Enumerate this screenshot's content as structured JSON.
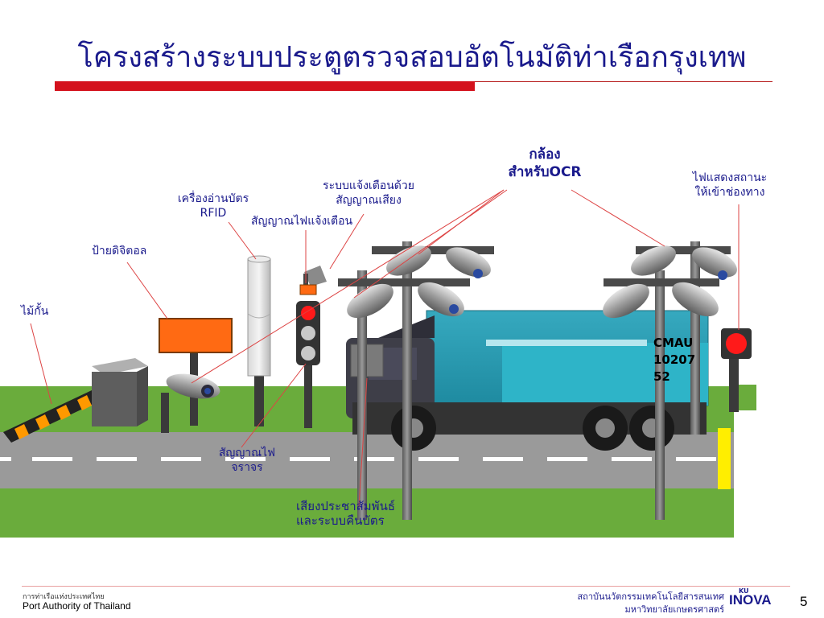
{
  "slide": {
    "title": "โครงสร้างระบบประตูตรวจสอบอัตโนมัติท่าเรือกรุงเทพ",
    "page_number": "5"
  },
  "labels": {
    "camera_ocr_1": "กล้อง",
    "camera_ocr_2": "สำหรับOCR",
    "audio_alert_1": "ระบบแจ้งเตือนด้วย",
    "audio_alert_2": "สัญญาณเสียง",
    "light_alert": "สัญญาณไฟแจ้งเตือน",
    "rfid_reader_1": "เครื่องอ่านบัตร",
    "rfid_reader_2": "RFID",
    "digital_sign": "ป้ายดิจิตอล",
    "barrier": "ไม้กั้น",
    "lane_status_1": "ไฟแสดงสถานะ",
    "lane_status_2": "ให้เข้าช่องทาง",
    "traffic_light_1": "สัญญาณไฟ",
    "traffic_light_2": "จราจร",
    "intercom_1": "เสียงประชาสัมพันธ์",
    "intercom_2": "และระบบคืนบัตร"
  },
  "container": {
    "code_lines": [
      "CMAU",
      "10207",
      "52"
    ]
  },
  "footer": {
    "org_thai": "การท่าเรือแห่งประเทศไทย",
    "org_english": "Port Authority of Thailand",
    "institute_line1": "สถาบันนวัตกรรมเทคโนโลยีสารสนเทศ",
    "institute_line2": "มหาวิทยาลัยเกษตรศาสตร์",
    "logo_ku": "KU",
    "logo_text": "INOVA"
  },
  "colors": {
    "title": "#1a1a8c",
    "accent_red": "#d4121d",
    "grass": "#6aac3c",
    "road": "#9a9a9a",
    "container": "#2a9bb0",
    "sign": "#ff6a13"
  }
}
